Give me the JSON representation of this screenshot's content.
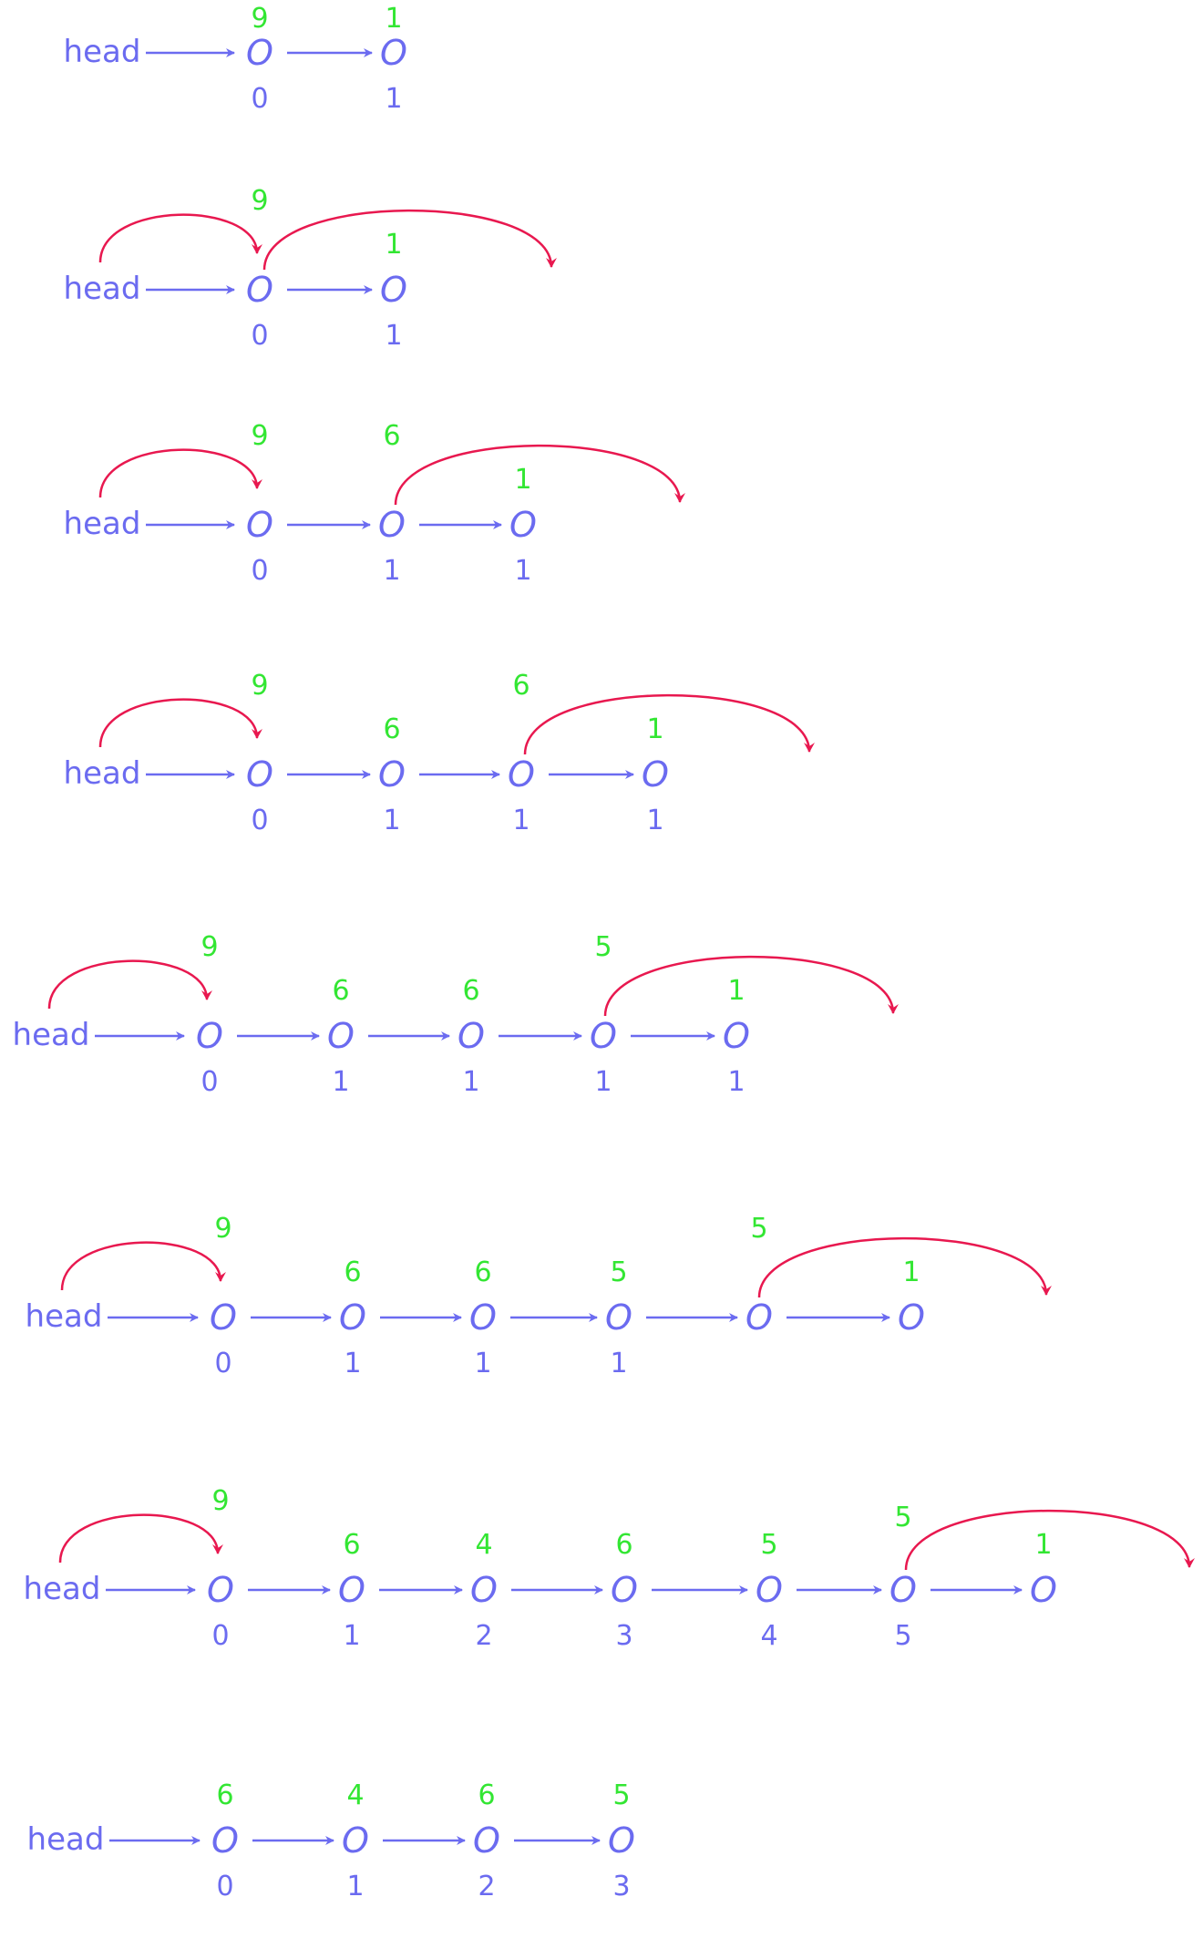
{
  "colors": {
    "node": "#6b6bf0",
    "value": "#33e633",
    "pointer": "#e8184f"
  },
  "head_label": "head",
  "node_glyph": "O",
  "rows": [
    {
      "values": [
        "9",
        "1"
      ],
      "indices": [
        "0",
        "1"
      ],
      "pointer": false
    },
    {
      "values": [
        "9",
        "1"
      ],
      "indices": [
        "0",
        "1"
      ],
      "pointer": true
    },
    {
      "values": [
        "9",
        "6",
        "1"
      ],
      "indices": [
        "0",
        "1",
        "1"
      ],
      "pointer": true
    },
    {
      "values": [
        "9",
        "6",
        "6",
        "1"
      ],
      "indices": [
        "0",
        "1",
        "1",
        "1"
      ],
      "pointer": true
    },
    {
      "values": [
        "9",
        "6",
        "6",
        "5",
        "1"
      ],
      "indices": [
        "0",
        "1",
        "1",
        "1",
        "1"
      ],
      "pointer": true
    },
    {
      "values": [
        "9",
        "6",
        "6",
        "5",
        "5",
        "1"
      ],
      "indices": [
        "0",
        "1",
        "1",
        "1",
        "",
        ""
      ],
      "pointer": true
    },
    {
      "values": [
        "9",
        "6",
        "4",
        "6",
        "5",
        "5",
        "1"
      ],
      "indices": [
        "0",
        "1",
        "2",
        "3",
        "4",
        "5",
        ""
      ],
      "pointer": true
    },
    {
      "values": [
        "6",
        "4",
        "6",
        "5"
      ],
      "indices": [
        "0",
        "1",
        "2",
        "3"
      ],
      "pointer": false
    }
  ]
}
